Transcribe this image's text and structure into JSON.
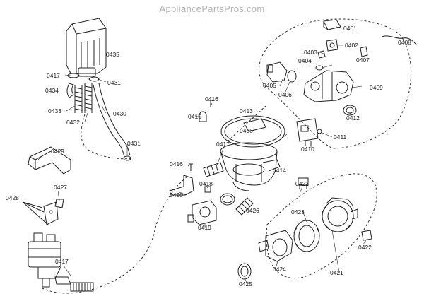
{
  "watermark": "AppliancePartsPros.com",
  "parts": [
    {
      "id": "p0401",
      "label": "0401"
    },
    {
      "id": "p0402",
      "label": "0402"
    },
    {
      "id": "p0403",
      "label": "0403"
    },
    {
      "id": "p0404",
      "label": "0404"
    },
    {
      "id": "p0405",
      "label": "0405"
    },
    {
      "id": "p0406",
      "label": "0406"
    },
    {
      "id": "p0407",
      "label": "0407"
    },
    {
      "id": "p0408",
      "label": "0408"
    },
    {
      "id": "p0409",
      "label": "0409"
    },
    {
      "id": "p0410",
      "label": "0410"
    },
    {
      "id": "p0411",
      "label": "0411"
    },
    {
      "id": "p0412",
      "label": "0412"
    },
    {
      "id": "p0413",
      "label": "0413"
    },
    {
      "id": "p0414",
      "label": "0414"
    },
    {
      "id": "p0415",
      "label": "0415"
    },
    {
      "id": "p0416a",
      "label": "0416"
    },
    {
      "id": "p0416b",
      "label": "0416"
    },
    {
      "id": "p0417a",
      "label": "0417"
    },
    {
      "id": "p0417b",
      "label": "0417"
    },
    {
      "id": "p0417c",
      "label": "0417"
    },
    {
      "id": "p0418",
      "label": "0418"
    },
    {
      "id": "p0419",
      "label": "0419"
    },
    {
      "id": "p0420",
      "label": "0420"
    },
    {
      "id": "p0421",
      "label": "0421"
    },
    {
      "id": "p0422a",
      "label": "0422"
    },
    {
      "id": "p0422b",
      "label": "0422"
    },
    {
      "id": "p0423",
      "label": "0423"
    },
    {
      "id": "p0424",
      "label": "0424"
    },
    {
      "id": "p0425",
      "label": "0425"
    },
    {
      "id": "p0426",
      "label": "0426"
    },
    {
      "id": "p0427",
      "label": "0427"
    },
    {
      "id": "p0428",
      "label": "0428"
    },
    {
      "id": "p0429",
      "label": "0429"
    },
    {
      "id": "p0430",
      "label": "0430"
    },
    {
      "id": "p0431a",
      "label": "0431"
    },
    {
      "id": "p0431b",
      "label": "0431"
    },
    {
      "id": "p0432",
      "label": "0432"
    },
    {
      "id": "p0433",
      "label": "0433"
    },
    {
      "id": "p0434",
      "label": "0434"
    },
    {
      "id": "p0435",
      "label": "0435"
    },
    {
      "id": "p0436",
      "label": "0436"
    }
  ]
}
